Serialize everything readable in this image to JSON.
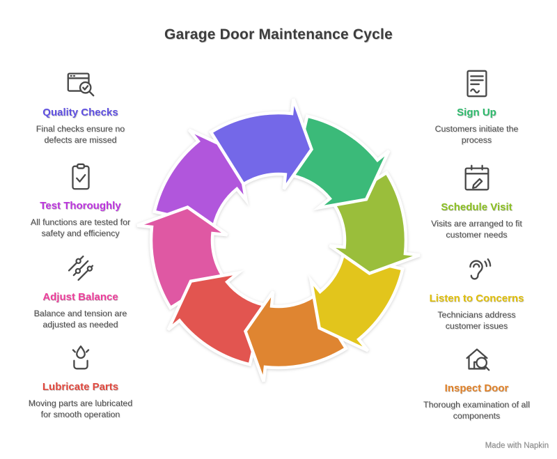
{
  "title": "Garage Door Maintenance Cycle",
  "watermark": "Made with Napkin",
  "colors": {
    "title": "#3d3d3d",
    "body_text": "#4e4e4e",
    "icon": "#484848",
    "watermark": "#8c8c8c"
  },
  "cycle": {
    "description": "Eight arrows forming a clockwise ring, one per step, starting at top",
    "arrows": [
      {
        "step": "Quality Checks",
        "color": "#7468e8"
      },
      {
        "step": "Sign Up",
        "color": "#3bba79"
      },
      {
        "step": "Schedule Visit",
        "color": "#9abe3b"
      },
      {
        "step": "Listen to Concerns",
        "color": "#e2c51c"
      },
      {
        "step": "Inspect Door",
        "color": "#df8531"
      },
      {
        "step": "Lubricate Parts",
        "color": "#e25550"
      },
      {
        "step": "Adjust Balance",
        "color": "#df58a3"
      },
      {
        "step": "Test Thoroughly",
        "color": "#b156dc"
      }
    ]
  },
  "steps": {
    "left": [
      {
        "title": "Quality Checks",
        "color": "#5f50e1",
        "icon": "window-magnifier-icon",
        "description": "Final checks ensure no defects are missed"
      },
      {
        "title": "Test Thoroughly",
        "color": "#bb33dd",
        "icon": "clipboard-check-icon",
        "description": "All functions are tested for safety and efficiency"
      },
      {
        "title": "Adjust Balance",
        "color": "#ee3d9b",
        "icon": "sliders-icon",
        "description": "Balance and tension are adjusted as needed"
      },
      {
        "title": "Lubricate Parts",
        "color": "#e2493f",
        "icon": "oil-drop-icon",
        "description": "Moving parts are lubricated for smooth operation"
      }
    ],
    "right": [
      {
        "title": "Sign Up",
        "color": "#2eba6c",
        "icon": "signup-form-icon",
        "description": "Customers initiate the process"
      },
      {
        "title": "Schedule Visit",
        "color": "#8bc021",
        "icon": "calendar-pencil-icon",
        "description": "Visits are arranged to fit customer needs"
      },
      {
        "title": "Listen to Concerns",
        "color": "#e0bf0a",
        "icon": "ear-icon",
        "description": "Technicians address customer issues"
      },
      {
        "title": "Inspect Door",
        "color": "#e08128",
        "icon": "house-magnifier-icon",
        "description": "Thorough examination of all components"
      }
    ]
  }
}
